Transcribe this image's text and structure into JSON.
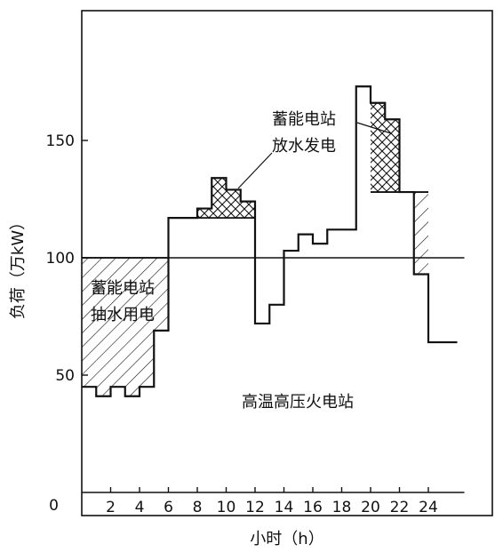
{
  "chart_data": {
    "type": "area",
    "title": "",
    "xlabel": "小时（h）",
    "ylabel": "负荷（万kW）",
    "xlim": [
      0,
      26
    ],
    "ylim": [
      0,
      200
    ],
    "x_ticks": [
      2,
      4,
      6,
      8,
      10,
      12,
      14,
      16,
      18,
      20,
      22,
      24
    ],
    "y_ticks": [
      50,
      100,
      150
    ],
    "origin_label": "0",
    "reference_line": 100,
    "series": [
      {
        "x": [
          0,
          1,
          2,
          3,
          4,
          5,
          6,
          7,
          8,
          9,
          10,
          11,
          12,
          13,
          14,
          15,
          16,
          17,
          18,
          19,
          20,
          21,
          22,
          23,
          24,
          25
        ],
        "values": [
          45,
          41,
          45,
          41,
          45,
          69,
          117,
          117,
          121,
          134,
          129,
          124,
          72,
          80,
          103,
          110,
          106,
          112,
          112,
          173,
          166,
          159,
          128,
          93,
          64,
          64
        ]
      }
    ],
    "thermal_output": [
      {
        "x0": 0,
        "x1": 6,
        "y": 100
      },
      {
        "x0": 6,
        "x1": 12,
        "y": 117
      },
      {
        "x0": 20,
        "x1": 24,
        "y": 128
      }
    ],
    "annotations": [
      {
        "id": "pump",
        "lines": [
          "蓄能电站",
          "抽水用电"
        ]
      },
      {
        "id": "generate",
        "lines": [
          "蓄能电站",
          "放水发电"
        ]
      },
      {
        "id": "thermal",
        "lines": [
          "高温高压火电站"
        ]
      }
    ],
    "grid": false,
    "legend": "none"
  }
}
